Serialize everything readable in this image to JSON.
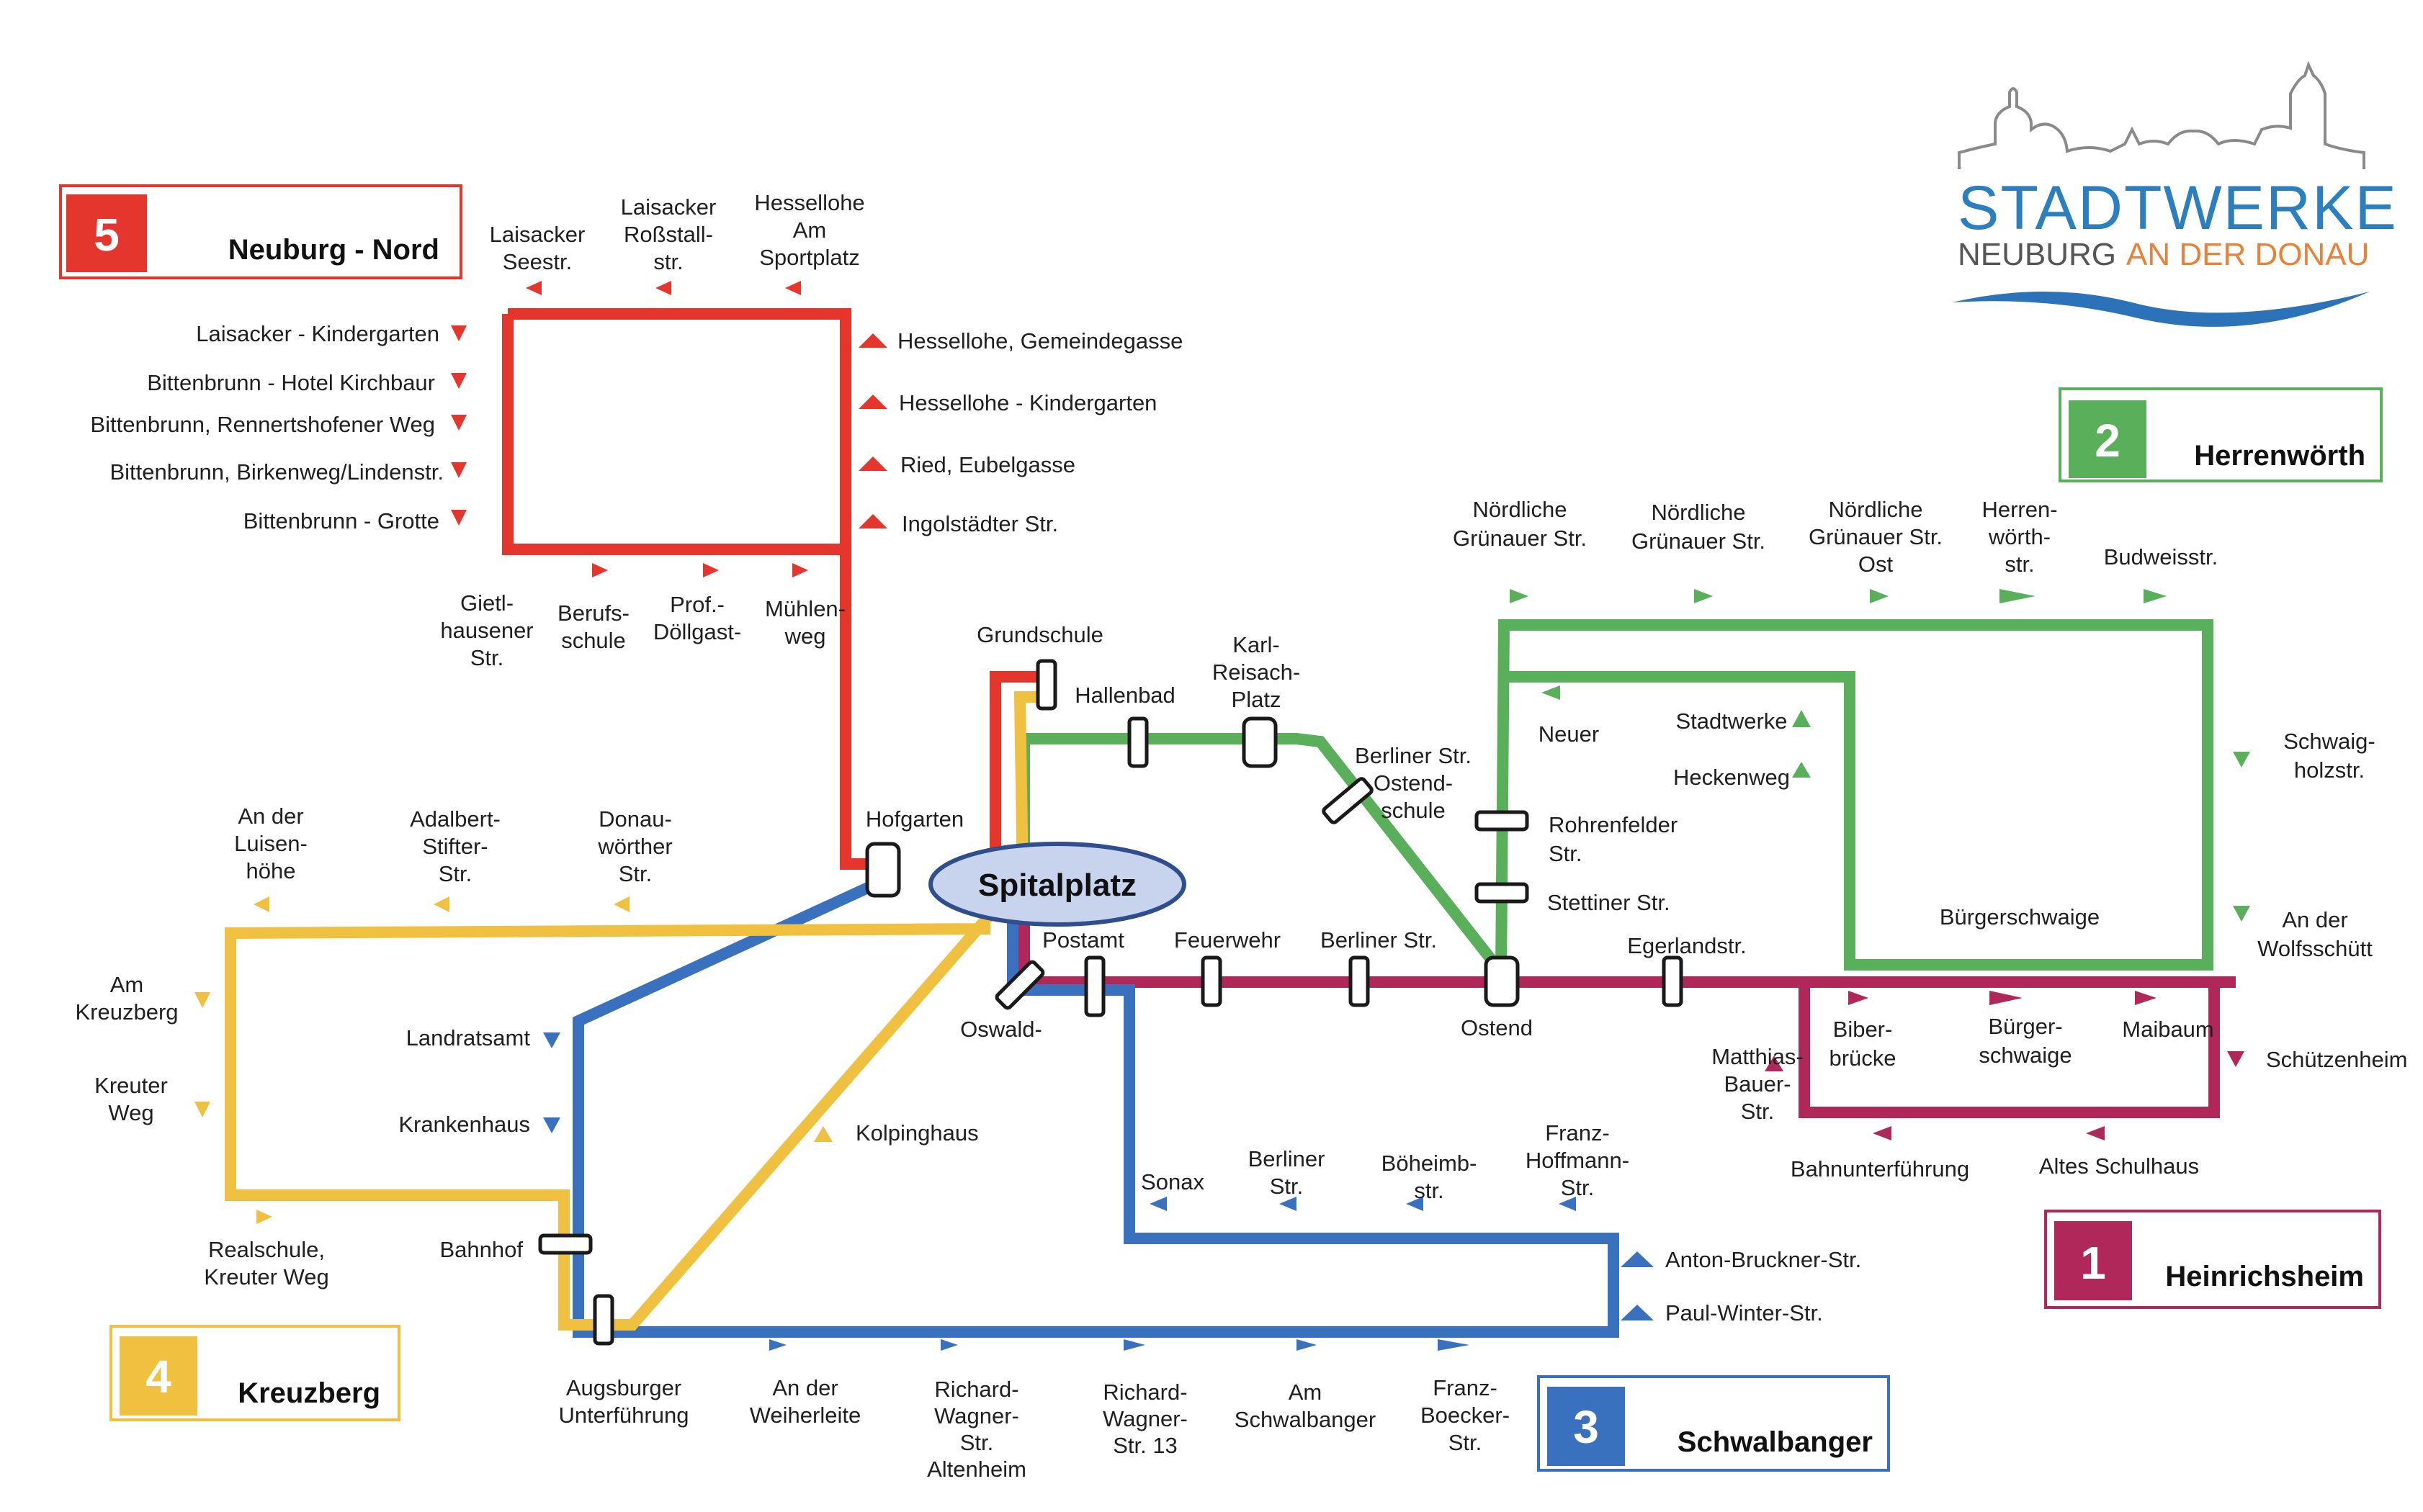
{
  "logo": {
    "main": "STADTWERKE",
    "sub_a": "NEUBURG",
    "sub_b": "AN DER DONAU",
    "colors": {
      "main": "#2b7fc0",
      "sub_a": "#555555",
      "sub_b": "#e8823a",
      "wave": "#2b72b8",
      "skyline": "#8a8a8a"
    }
  },
  "hub": {
    "name": "Spitalplatz",
    "fill": "#c8d4ee",
    "stroke": "#2f4e8e"
  },
  "routes": [
    {
      "number": "5",
      "name": "Neuburg - Nord",
      "color": "#e5362d"
    },
    {
      "number": "2",
      "name": "Herrenwörth",
      "color": "#5aaf5a"
    },
    {
      "number": "1",
      "name": "Heinrichsheim",
      "color": "#b0285a"
    },
    {
      "number": "3",
      "name": "Schwalbanger",
      "color": "#3a71be"
    },
    {
      "number": "4",
      "name": "Kreuzberg",
      "color": "#f0c040"
    }
  ],
  "stops": {
    "s_laisacker_seestr": [
      "Laisacker",
      "Seestr."
    ],
    "s_laisacker_rossstall": [
      "Laisacker",
      "Roßstall-",
      "str."
    ],
    "s_hessellohe_sportplatz": [
      "Hessellohe",
      "Am",
      "Sportplatz"
    ],
    "s_laisacker_kiga": [
      "Laisacker - Kindergarten"
    ],
    "s_bittenbrunn_hotel": [
      "Bittenbrunn - Hotel Kirchbaur"
    ],
    "s_bittenbrunn_renn": [
      "Bittenbrunn, Rennertshofener Weg"
    ],
    "s_bittenbrunn_birken": [
      "Bittenbrunn, Birkenweg/Lindenstr."
    ],
    "s_bittenbrunn_grotte": [
      "Bittenbrunn - Grotte"
    ],
    "s_hessellohe_gemeinde": [
      "Hessellohe, Gemeindegasse"
    ],
    "s_hessellohe_kiga": [
      "Hessellohe - Kindergarten"
    ],
    "s_ried": [
      "Ried, Eubelgasse"
    ],
    "s_ingolstaedter": [
      "Ingolstädter Str."
    ],
    "s_gietl": [
      "Gietl-",
      "hausener",
      "Str."
    ],
    "s_berufsschule": [
      "Berufs-",
      "schule"
    ],
    "s_doellgast": [
      "Prof.-",
      "Döllgast-"
    ],
    "s_muehlenweg": [
      "Mühlen-",
      "weg"
    ],
    "s_grundschule": [
      "Grundschule"
    ],
    "s_hallenbad": [
      "Hallenbad"
    ],
    "s_karl_reisach": [
      "Karl-",
      "Reisach-",
      "Platz"
    ],
    "s_berliner_ostend": [
      "Berliner Str.",
      "Ostend-",
      "schule"
    ],
    "s_hofgarten": [
      "Hofgarten"
    ],
    "s_luisenhoehe": [
      "An der",
      "Luisen-",
      "höhe"
    ],
    "s_adalbert": [
      "Adalbert-",
      "Stifter-",
      "Str."
    ],
    "s_donauwoerther": [
      "Donau-",
      "wörther",
      "Str."
    ],
    "s_am_kreuzberg": [
      "Am",
      "Kreuzberg"
    ],
    "s_kreuter_weg": [
      "Kreuter",
      "Weg"
    ],
    "s_realschule": [
      "Realschule,",
      "Kreuter Weg"
    ],
    "s_landratsamt": [
      "Landratsamt"
    ],
    "s_krankenhaus": [
      "Krankenhaus"
    ],
    "s_bahnhof": [
      "Bahnhof"
    ],
    "s_kolpinghaus": [
      "Kolpinghaus"
    ],
    "s_postamt": [
      "Postamt"
    ],
    "s_oswald": [
      "Oswald-"
    ],
    "s_feuerwehr": [
      "Feuerwehr"
    ],
    "s_berliner_str": [
      "Berliner Str."
    ],
    "s_ostend": [
      "Ostend"
    ],
    "s_egerland": [
      "Egerlandstr."
    ],
    "s_sonax": [
      "Sonax"
    ],
    "s_berliner_str2": [
      "Berliner",
      "Str."
    ],
    "s_boeheimb": [
      "Böheimb-",
      "str."
    ],
    "s_hoffmann": [
      "Franz-",
      "Hoffmann-",
      "Str."
    ],
    "s_bruckner": [
      "Anton-Bruckner-Str."
    ],
    "s_paul_winter": [
      "Paul-Winter-Str."
    ],
    "s_augsburger": [
      "Augsburger",
      "Unterführung"
    ],
    "s_weiherleite": [
      "An der",
      "Weiherleite"
    ],
    "s_wagner_alten": [
      "Richard-",
      "Wagner-",
      "Str.",
      "Altenheim"
    ],
    "s_wagner_13": [
      "Richard-",
      "Wagner-",
      "Str. 13"
    ],
    "s_am_schwalbanger": [
      "Am",
      "Schwalbanger"
    ],
    "s_boecker": [
      "Franz-",
      "Boecker-",
      "Str."
    ],
    "s_noerdl_1": [
      "Nördliche",
      "Grünauer  Str."
    ],
    "s_noerdl_2": [
      "Nördliche",
      "Grünauer  Str."
    ],
    "s_noerdl_ost": [
      "Nördliche",
      "Grünauer  Str.",
      "Ost"
    ],
    "s_herrenwoerth_str": [
      "Herren-",
      "wörth-",
      "str."
    ],
    "s_budweiss": [
      "Budweisstr."
    ],
    "s_neuer": [
      "Neuer"
    ],
    "s_stadtwerke": [
      "Stadtwerke"
    ],
    "s_heckenweg": [
      "Heckenweg"
    ],
    "s_rohrenfelder": [
      "Rohrenfelder",
      "Str."
    ],
    "s_stettiner": [
      "Stettiner Str."
    ],
    "s_schwaigholz": [
      "Schwaig-",
      "holzstr."
    ],
    "s_buergerschwaige": [
      "Bürgerschwaige"
    ],
    "s_wolfsschuett": [
      "An der",
      "Wolfsschütt"
    ],
    "s_matthias": [
      "Matthias-",
      "Bauer-",
      "Str."
    ],
    "s_biberbruecke": [
      "Biber-",
      "brücke"
    ],
    "s_buerger_schwaige": [
      "Bürger-",
      "schwaige"
    ],
    "s_maibaum": [
      "Maibaum"
    ],
    "s_schuetzenheim": [
      "Schützenheim"
    ],
    "s_bahnunterfuehrung": [
      "Bahnunterführung"
    ],
    "s_altes_schulhaus": [
      "Altes Schulhaus"
    ]
  }
}
